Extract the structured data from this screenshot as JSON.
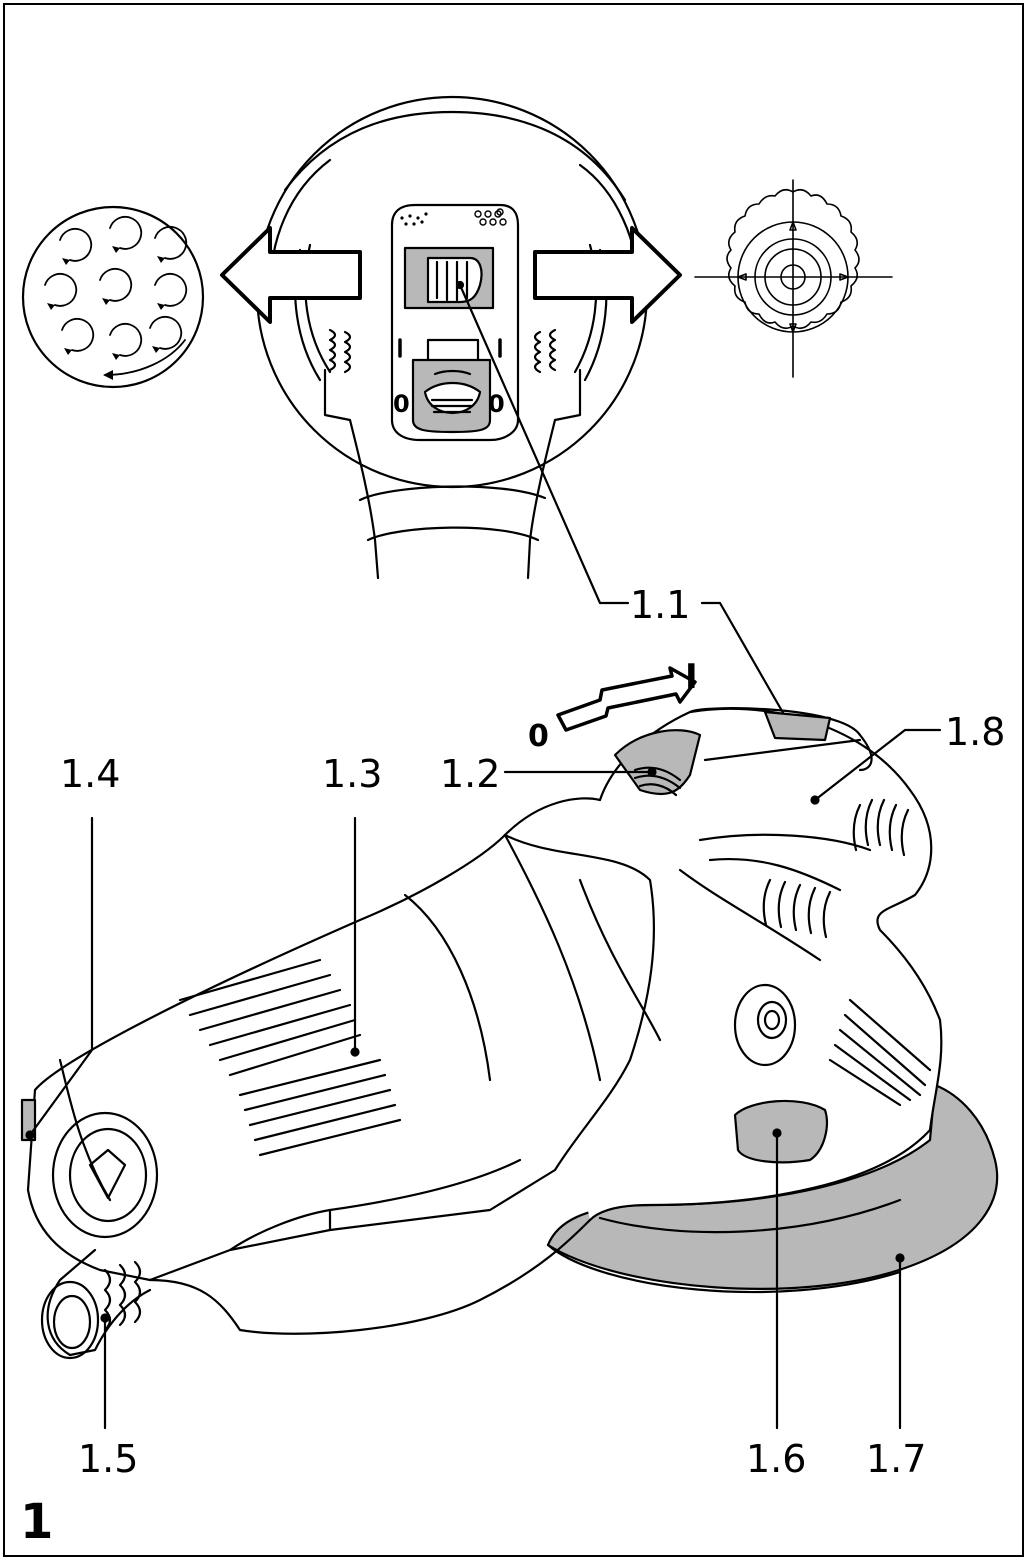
{
  "figure": {
    "number": "1"
  },
  "callouts": {
    "c11": "1.1",
    "c12": "1.2",
    "c13": "1.3",
    "c14": "1.4",
    "c15": "1.5",
    "c16": "1.6",
    "c17": "1.7",
    "c18": "1.8"
  },
  "switch_marks": {
    "on": "I",
    "off": "0",
    "detail_on": "I",
    "detail_off_left": "0",
    "detail_off_right": "0"
  },
  "icons": {
    "left_mode": "eccentric-motion-icon",
    "right_mode": "rotary-motion-icon"
  },
  "colors": {
    "line": "#000000",
    "shade": "#b8b8b8",
    "background": "#ffffff"
  }
}
